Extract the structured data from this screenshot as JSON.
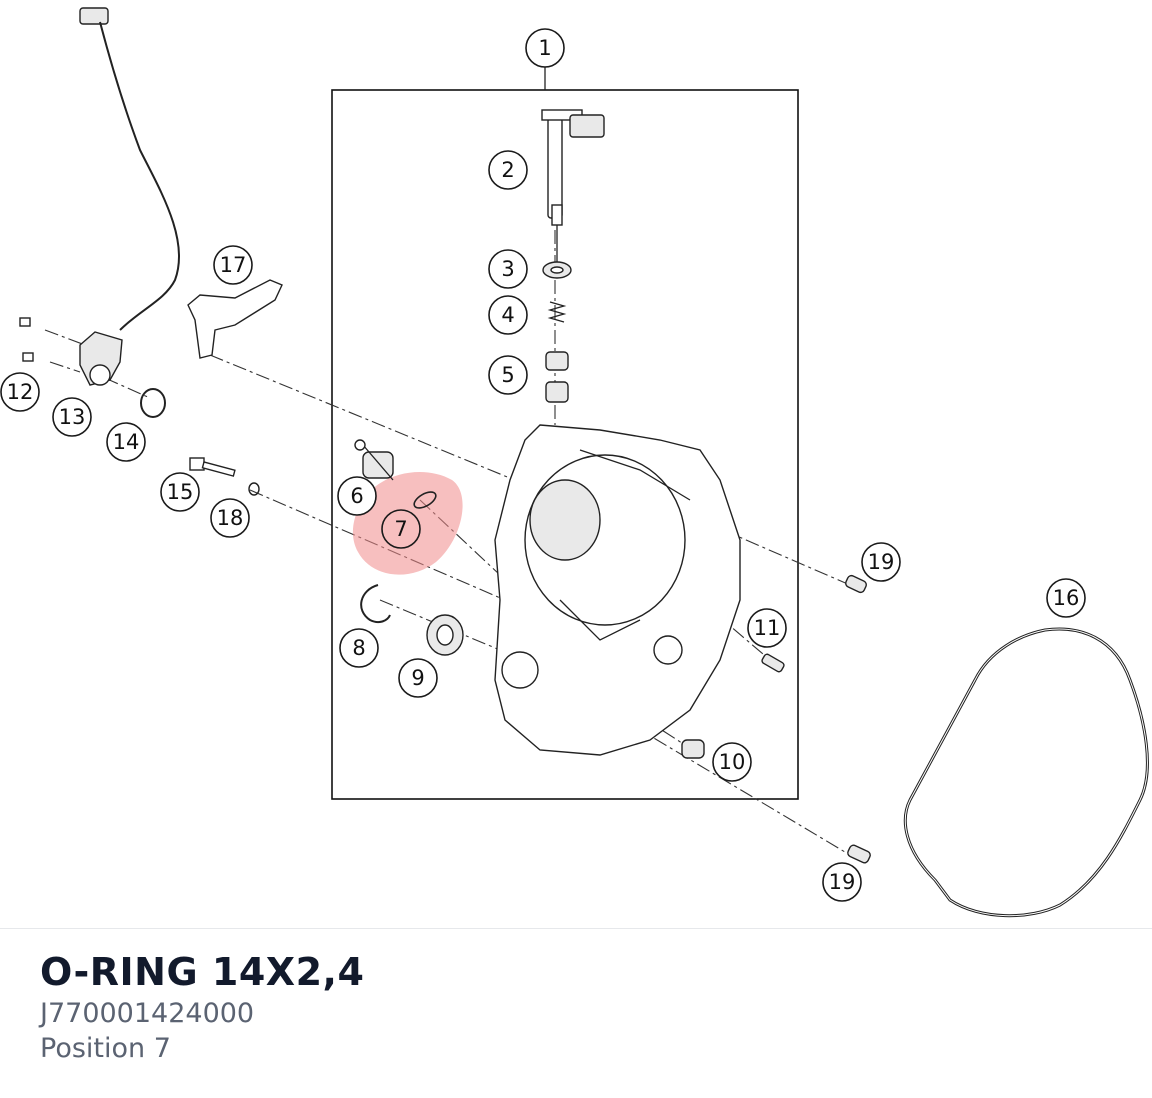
{
  "part": {
    "name": "O-RING 14X2,4",
    "number": "J770001424000",
    "position": "Position 7"
  },
  "highlight": {
    "position": "7",
    "color": "#f08a8a"
  },
  "callouts": {
    "c1": "1",
    "c2": "2",
    "c3": "3",
    "c4": "4",
    "c5": "5",
    "c6": "6",
    "c7": "7",
    "c8": "8",
    "c9": "9",
    "c10": "10",
    "c11": "11",
    "c12": "12",
    "c13": "13",
    "c14": "14",
    "c15": "15",
    "c16": "16",
    "c17": "17",
    "c18": "18",
    "c19a": "19",
    "c19b": "19"
  }
}
